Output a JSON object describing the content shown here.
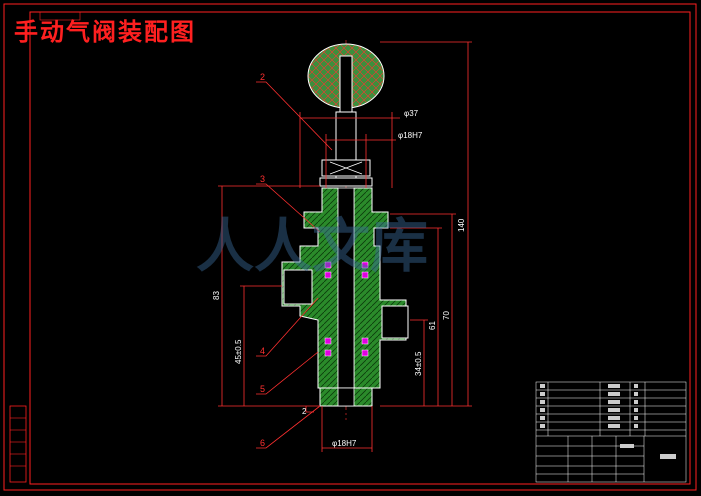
{
  "title": "手动气阀装配图",
  "part_numbers": [
    "2",
    "3",
    "4",
    "5",
    "6"
  ],
  "dimensions": {
    "d37": "φ37",
    "d18h7_top": "φ18H7",
    "d18h7_bottom": "φ18H7",
    "d140": "140",
    "d83": "83",
    "d45": "45±0.5",
    "d34": "34±0.5",
    "d61": "61",
    "d70": "70",
    "d2": "2"
  },
  "watermark": "人人文库",
  "colors": {
    "background": "#000000",
    "frame": "#ff0000",
    "part_fill": "#2a8a2a",
    "knob_fill": "#3c8f3c",
    "seal": "#e000e0",
    "line": "#ffffff",
    "dim": "#ff3333"
  }
}
